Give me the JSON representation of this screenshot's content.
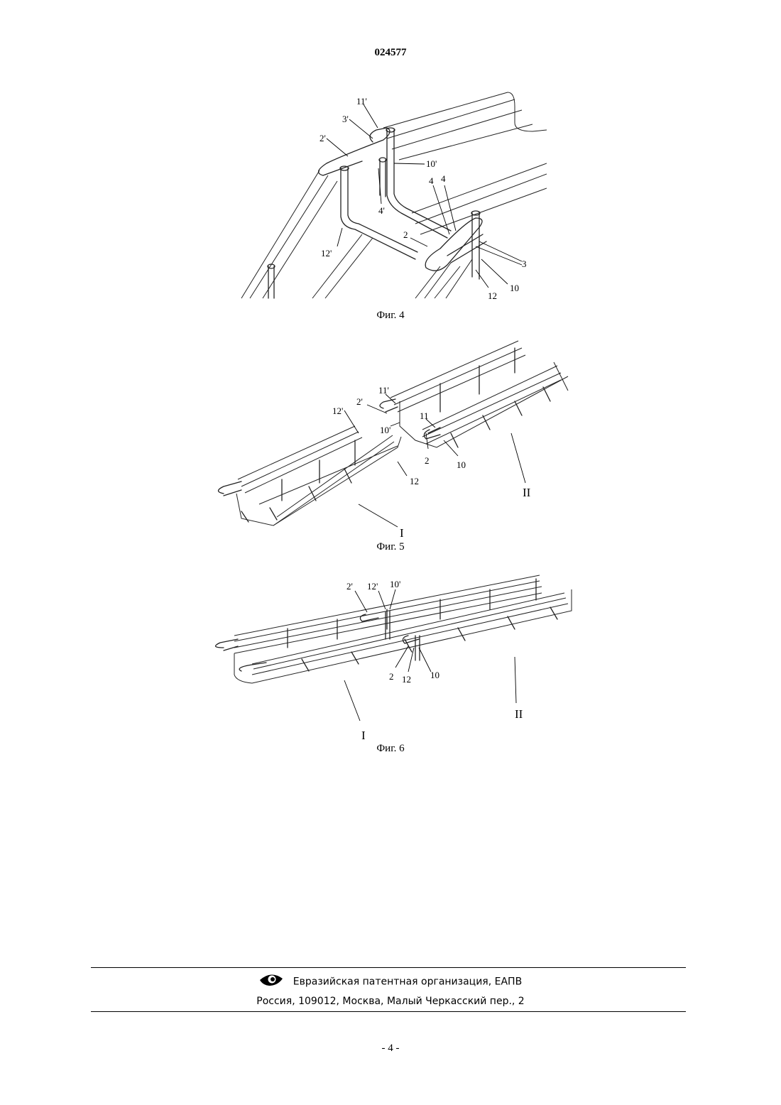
{
  "header": {
    "doc_number": "024577"
  },
  "figures": [
    {
      "caption": "Фиг. 4",
      "labels": [
        "11'",
        "3'",
        "2'",
        "10'",
        "4",
        "4",
        "4'",
        "2",
        "12'",
        "3",
        "10",
        "12"
      ]
    },
    {
      "caption": "Фиг. 5",
      "labels": [
        "11'",
        "2'",
        "12'",
        "10'",
        "11",
        "2",
        "10",
        "12",
        "II",
        "I"
      ]
    },
    {
      "caption": "Фиг. 6",
      "labels": [
        "2'",
        "12'",
        "10'",
        "2",
        "12",
        "10",
        "II",
        "I"
      ]
    }
  ],
  "footer": {
    "organization": "Евразийская патентная организация, ЕАПВ",
    "address": "Россия, 109012, Москва, Малый Черкасский пер., 2",
    "logo_icon": "eapo-eye-logo-icon"
  },
  "page_number": "- 4 -"
}
